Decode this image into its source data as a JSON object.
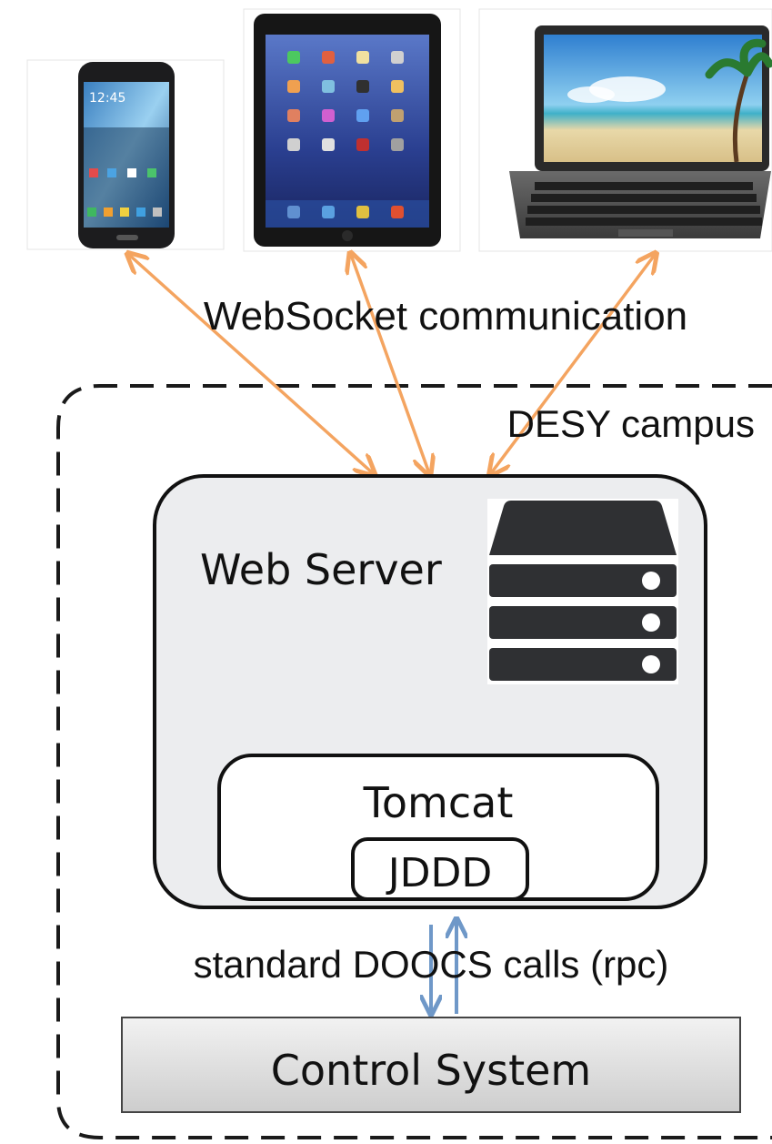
{
  "labels": {
    "websocket": "WebSocket communication",
    "campus": "DESY campus",
    "web_server": "Web Server",
    "tomcat": "Tomcat",
    "jddd": "JDDD",
    "doocs": "standard DOOCS calls (rpc)",
    "control_system": "Control System"
  },
  "devices": [
    {
      "id": "smartphone",
      "icon": "smartphone-icon"
    },
    {
      "id": "tablet",
      "icon": "tablet-icon"
    },
    {
      "id": "laptop",
      "icon": "laptop-icon"
    }
  ],
  "icons": {
    "server": "server-rack-icon"
  },
  "colors": {
    "websocket_arrow": "#f4a460",
    "rpc_arrow": "#6f98c8",
    "server_fill": "#ecedef",
    "server_icon": "#2f3033",
    "control_fill_top": "#f0f0f0",
    "control_fill_bottom": "#cfcfcf"
  }
}
